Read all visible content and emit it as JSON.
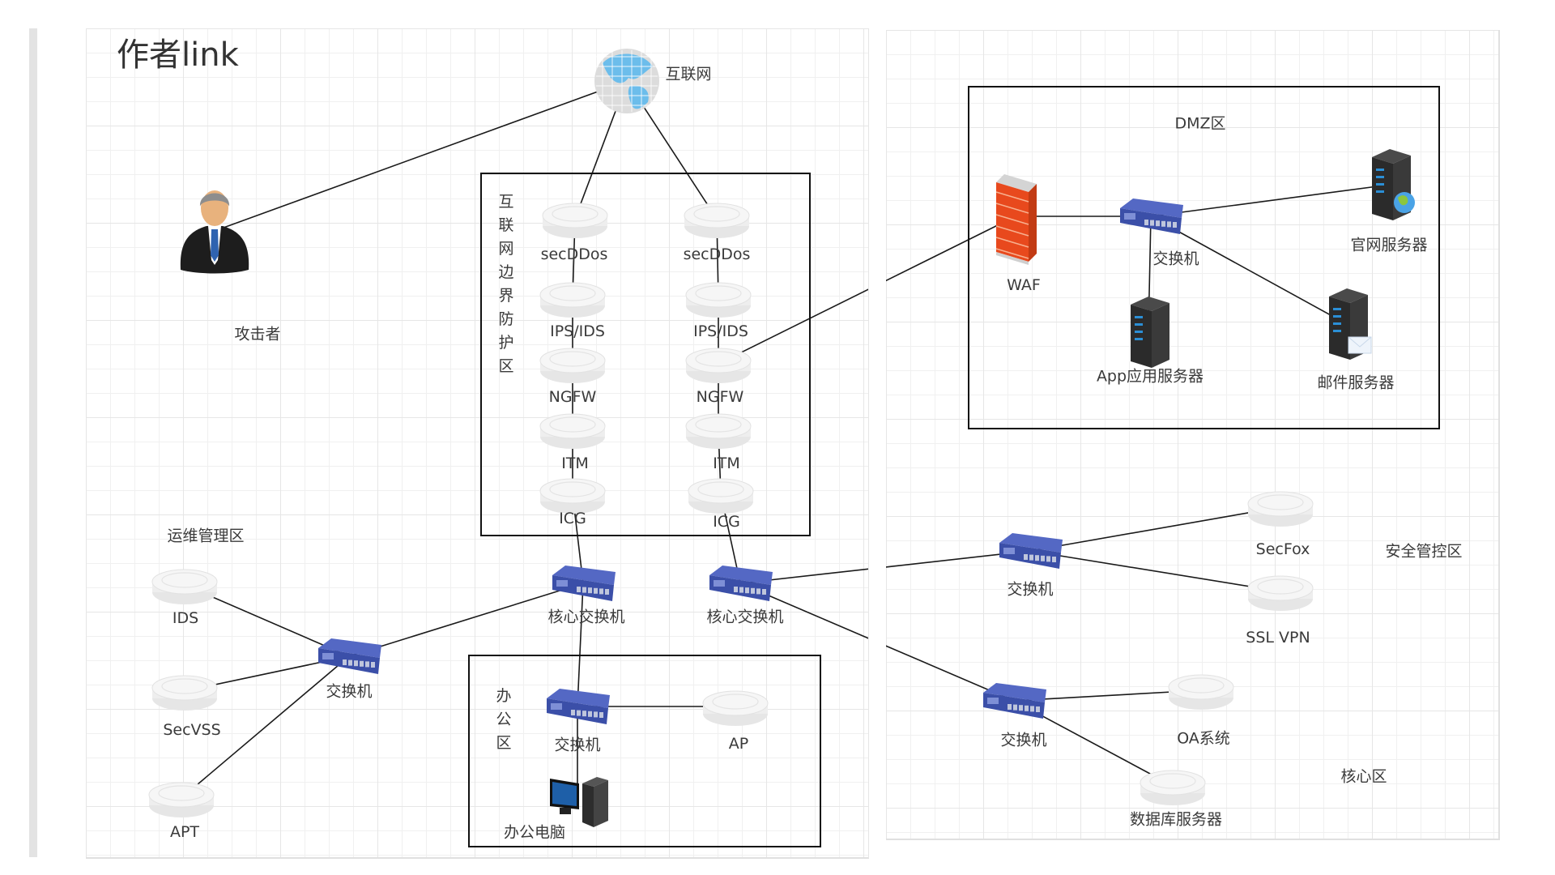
{
  "diagram": {
    "author_label": "作者link",
    "zones": {
      "border": {
        "label": "互联网边界防护区"
      },
      "dmz": {
        "label": "DMZ区"
      },
      "ops": {
        "label": "运维管理区"
      },
      "office": {
        "label": "办公区"
      },
      "security": {
        "label": "安全管控区"
      },
      "core": {
        "label": "核心区"
      }
    },
    "nodes": {
      "internet": {
        "label": "互联网",
        "icon": "globe-icon"
      },
      "attacker": {
        "label": "攻击者",
        "icon": "person-icon"
      },
      "secddos_a": {
        "label": "secDDos",
        "icon": "appliance-icon"
      },
      "ipsids_a": {
        "label": "IPS/IDS",
        "icon": "appliance-icon"
      },
      "ngfw_a": {
        "label": "NGFW",
        "icon": "appliance-icon"
      },
      "itm_a": {
        "label": "ITM",
        "icon": "appliance-icon"
      },
      "icg_a": {
        "label": "ICG",
        "icon": "appliance-icon"
      },
      "secddos_b": {
        "label": "secDDos",
        "icon": "appliance-icon"
      },
      "ipsids_b": {
        "label": "IPS/IDS",
        "icon": "appliance-icon"
      },
      "ngfw_b": {
        "label": "NGFW",
        "icon": "appliance-icon"
      },
      "itm_b": {
        "label": "ITM",
        "icon": "appliance-icon"
      },
      "icg_b": {
        "label": "ICG",
        "icon": "appliance-icon"
      },
      "core_switch_a": {
        "label": "核心交换机",
        "icon": "switch-icon"
      },
      "core_switch_b": {
        "label": "核心交换机",
        "icon": "switch-icon"
      },
      "ops_switch": {
        "label": "交换机",
        "icon": "switch-icon"
      },
      "ids": {
        "label": "IDS",
        "icon": "appliance-icon"
      },
      "secvss": {
        "label": "SecVSS",
        "icon": "appliance-icon"
      },
      "apt": {
        "label": "APT",
        "icon": "appliance-icon"
      },
      "office_switch": {
        "label": "交换机",
        "icon": "switch-icon"
      },
      "ap": {
        "label": "AP",
        "icon": "appliance-icon"
      },
      "office_pc": {
        "label": "办公电脑",
        "icon": "desktop-pc-icon"
      },
      "waf": {
        "label": "WAF",
        "icon": "firewall-icon"
      },
      "dmz_switch": {
        "label": "交换机",
        "icon": "switch-icon"
      },
      "web_server": {
        "label": "官网服务器",
        "icon": "web-server-icon"
      },
      "app_server": {
        "label": "App应用服务器",
        "icon": "server-icon"
      },
      "mail_server": {
        "label": "邮件服务器",
        "icon": "mail-server-icon"
      },
      "sec_switch": {
        "label": "交换机",
        "icon": "switch-icon"
      },
      "secfox": {
        "label": "SecFox",
        "icon": "appliance-icon"
      },
      "sslvpn": {
        "label": "SSL VPN",
        "icon": "appliance-icon"
      },
      "core_zone_switch": {
        "label": "交换机",
        "icon": "switch-icon"
      },
      "oa": {
        "label": "OA系统",
        "icon": "appliance-icon"
      },
      "db_server": {
        "label": "数据库服务器",
        "icon": "appliance-icon"
      }
    },
    "edges": [
      [
        "attacker",
        "internet"
      ],
      [
        "internet",
        "secddos_a"
      ],
      [
        "internet",
        "secddos_b"
      ],
      [
        "secddos_a",
        "ipsids_a"
      ],
      [
        "ipsids_a",
        "ngfw_a"
      ],
      [
        "ngfw_a",
        "itm_a"
      ],
      [
        "itm_a",
        "icg_a"
      ],
      [
        "secddos_b",
        "ipsids_b"
      ],
      [
        "ipsids_b",
        "ngfw_b"
      ],
      [
        "ngfw_b",
        "itm_b"
      ],
      [
        "itm_b",
        "icg_b"
      ],
      [
        "icg_a",
        "core_switch_a"
      ],
      [
        "icg_b",
        "core_switch_b"
      ],
      [
        "ngfw_b",
        "waf"
      ],
      [
        "core_switch_a",
        "ops_switch"
      ],
      [
        "ops_switch",
        "ids"
      ],
      [
        "ops_switch",
        "secvss"
      ],
      [
        "ops_switch",
        "apt"
      ],
      [
        "core_switch_a",
        "office_switch"
      ],
      [
        "office_switch",
        "ap"
      ],
      [
        "office_switch",
        "office_pc"
      ],
      [
        "waf",
        "dmz_switch"
      ],
      [
        "dmz_switch",
        "web_server"
      ],
      [
        "dmz_switch",
        "app_server"
      ],
      [
        "dmz_switch",
        "mail_server"
      ],
      [
        "core_switch_b",
        "sec_switch"
      ],
      [
        "sec_switch",
        "secfox"
      ],
      [
        "sec_switch",
        "sslvpn"
      ],
      [
        "core_switch_b",
        "core_zone_switch"
      ],
      [
        "core_zone_switch",
        "oa"
      ],
      [
        "core_zone_switch",
        "db_server"
      ]
    ],
    "colors": {
      "line": "#1a1a1a",
      "zone_border": "#111111",
      "switch_blue": "#3b4fa8",
      "firewall_red": "#e8491d",
      "globe_blue": "#6cbdeb",
      "server_dark": "#2b2b2b"
    }
  }
}
